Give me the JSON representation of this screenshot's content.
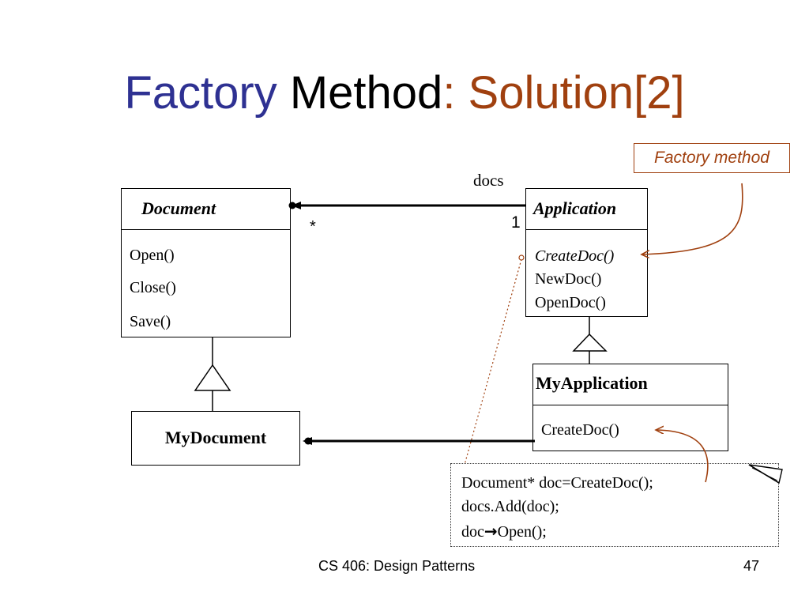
{
  "title": {
    "word1": "Factory",
    "word2": "Method",
    "word3": ": Solution[2]"
  },
  "callout": "Factory method",
  "association": {
    "role": "docs",
    "mult_many": "*",
    "mult_one": "1"
  },
  "classes": {
    "document": {
      "name": "Document",
      "ops": [
        "Open()",
        "Close()",
        "Save()"
      ]
    },
    "application": {
      "name": "Application",
      "ops": [
        "CreateDoc()",
        "NewDoc()",
        "OpenDoc()"
      ]
    },
    "my_application": {
      "name": "MyApplication",
      "ops": [
        "CreateDoc()"
      ]
    },
    "my_document": {
      "name": "MyDocument"
    }
  },
  "note": {
    "lines": [
      "Document* doc=CreateDoc();",
      "docs.Add(doc);"
    ],
    "line3_prefix": "doc",
    "line3_arrow": "→",
    "line3_suffix": "Open();"
  },
  "footer": {
    "course": "CS 406: Design Patterns",
    "page": "47"
  },
  "colors": {
    "title_blue": "#2E3192",
    "accent_brown": "#A0400F"
  }
}
